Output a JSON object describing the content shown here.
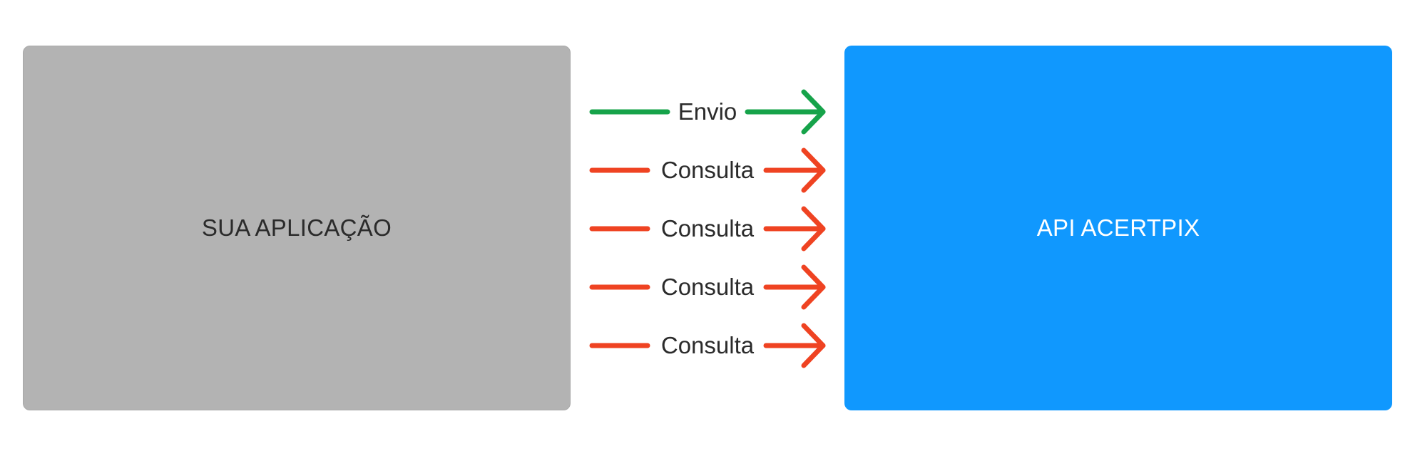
{
  "boxes": {
    "app": {
      "label": "SUA APLICAÇÃO",
      "color": "#b3b3b3"
    },
    "api": {
      "label": "API ACERTPIX",
      "color": "#1098fe"
    }
  },
  "flows": [
    {
      "label": "Envio",
      "color": "#16a34a",
      "kind": "envio"
    },
    {
      "label": "Consulta",
      "color": "#ef4322",
      "kind": "consulta"
    },
    {
      "label": "Consulta",
      "color": "#ef4322",
      "kind": "consulta"
    },
    {
      "label": "Consulta",
      "color": "#ef4322",
      "kind": "consulta"
    },
    {
      "label": "Consulta",
      "color": "#ef4322",
      "kind": "consulta"
    }
  ]
}
